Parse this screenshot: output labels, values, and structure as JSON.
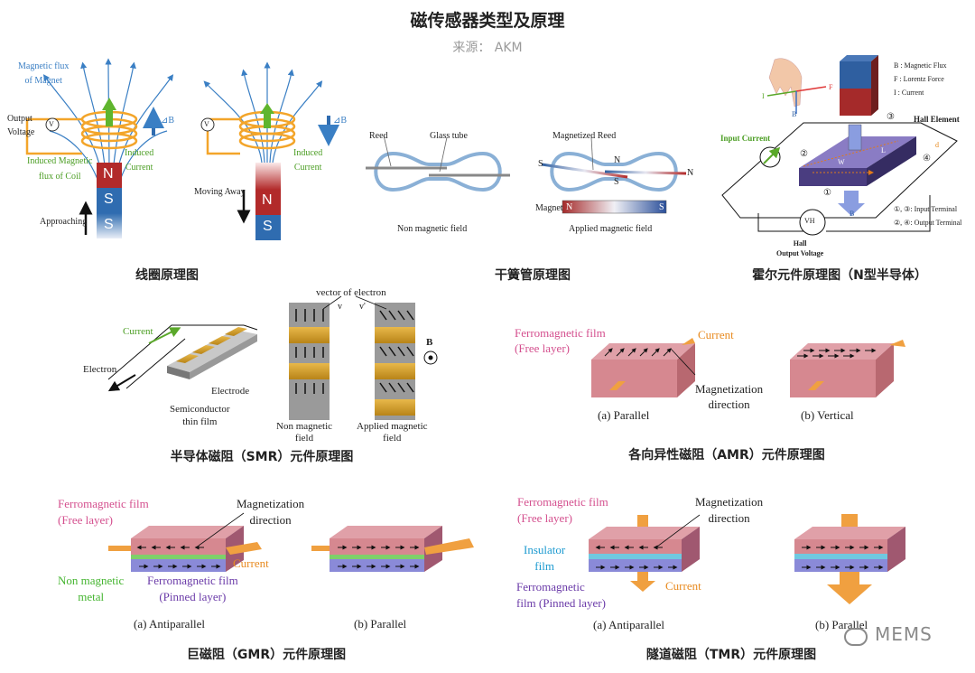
{
  "title": "磁传感器类型及原理",
  "source": "来源： AKM",
  "watermark": "MEMS",
  "coil": {
    "caption": "线圈原理图",
    "magnetic_flux": "Magnetic flux\nof Magnet",
    "output_voltage": "Output\nVoltage",
    "voltmeter": "V",
    "induced_flux": "Induced Magnetic\nflux of Coil",
    "induced_current": "Induced\nCurrent",
    "induced_current2": "Induced\nCurrent",
    "delta_b": "⊿B",
    "delta_b2": "⊿B",
    "approaching": "Approaching",
    "moving_away": "Moving Away",
    "n": "N",
    "s": "S"
  },
  "reed": {
    "caption": "干簧管原理图",
    "reed": "Reed",
    "glass_tube": "Glass tube",
    "magnetized_reed": "Magnetized Reed",
    "non_field": "Non magnetic field",
    "applied_field": "Applied magnetic field",
    "magnet": "Magnet",
    "n": "N",
    "s": "S"
  },
  "hall": {
    "caption": "霍尔元件原理图（N型半导体）",
    "legend_b": "B : Magnetic Flux",
    "legend_f": "F : Lorentz Force",
    "legend_i": "I : Current",
    "hall_element": "Hall Element",
    "input_current": "Input Current",
    "input_terminal": "①, ③: Input Terminal",
    "output_terminal": "②, ④: Output Terminal",
    "hall_output": "Hall\nOutput Voltage",
    "vh": "VH",
    "w": "W",
    "l": "L",
    "d": "d",
    "b": "B",
    "f": "F",
    "i": "I",
    "t1": "①",
    "t2": "②",
    "t3": "③",
    "t4": "④"
  },
  "smr": {
    "caption": "半导体磁阻（SMR）元件原理图",
    "current": "Current",
    "electron": "Electron",
    "electrode": "Electrode",
    "semiconductor": "Semiconductor\nthin film",
    "vector": "vector of electron",
    "v": "v",
    "v2": "v'",
    "non_field": "Non magnetic\nfield",
    "applied_field": "Applied magnetic\nfield",
    "b": "B"
  },
  "amr": {
    "caption": "各向异性磁阻（AMR）元件原理图",
    "ferro_film": "Ferromagnetic film\n(Free layer)",
    "current": "Current",
    "magnetization": "Magnetization\ndirection",
    "parallel": "(a) Parallel",
    "vertical": "(b) Vertical"
  },
  "gmr": {
    "caption": "巨磁阻（GMR）元件原理图",
    "ferro_free": "Ferromagnetic film\n(Free layer)",
    "magnetization": "Magnetization\ndirection",
    "current": "Current",
    "non_magnetic": "Non magnetic\nmetal",
    "ferro_pinned": "Ferromagnetic film\n(Pinned layer)",
    "antiparallel": "(a) Antiparallel",
    "parallel": "(b) Parallel"
  },
  "tmr": {
    "caption": "隧道磁阻（TMR）元件原理图",
    "ferro_free": "Ferromagnetic film\n(Free layer)",
    "magnetization": "Magnetization\ndirection",
    "insulator": "Insulator\nfilm",
    "ferro_pinned": "Ferromagnetic\nfilm (Pinned layer)",
    "current": "Current",
    "antiparallel": "(a) Antiparallel",
    "parallel": "(b) Parallel"
  }
}
